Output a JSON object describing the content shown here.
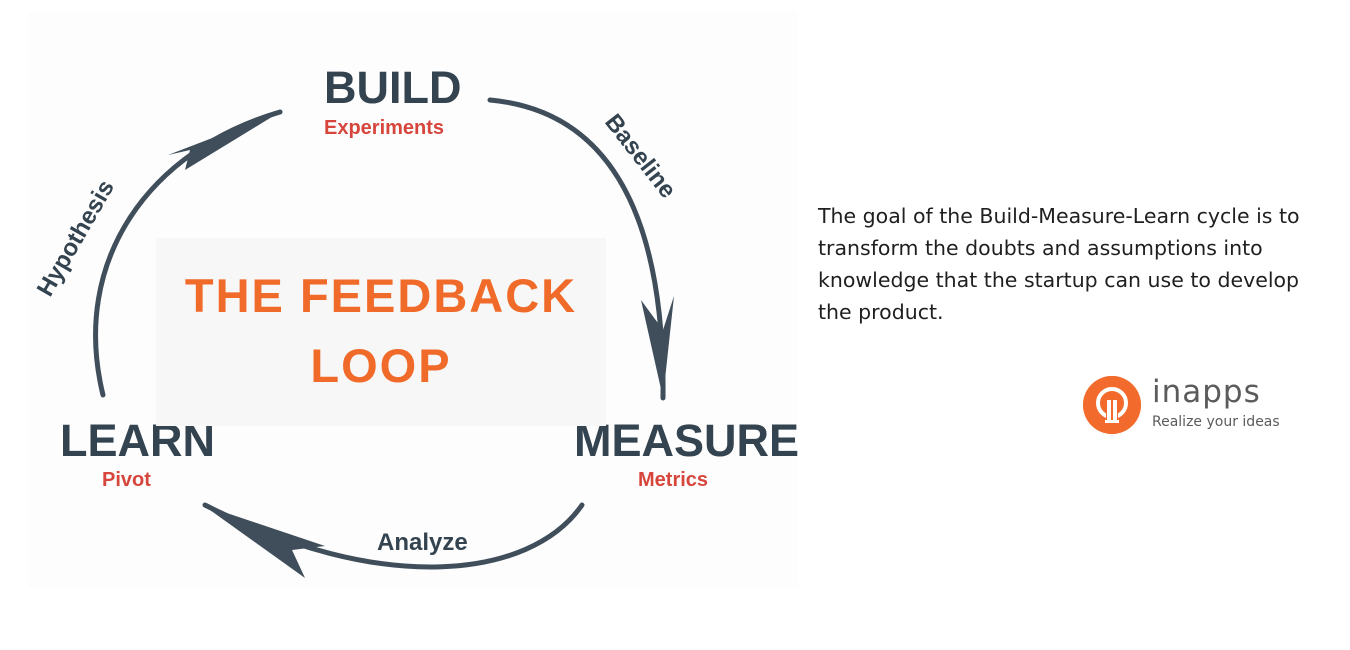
{
  "diagram": {
    "nodes": {
      "build": {
        "title": "BUILD",
        "subtitle": "Experiments"
      },
      "measure": {
        "title": "MEASURE",
        "subtitle": "Metrics"
      },
      "learn": {
        "title": "LEARN",
        "subtitle": "Pivot"
      }
    },
    "edges": {
      "build_to_measure": "Baseline",
      "measure_to_learn": "Analyze",
      "learn_to_build": "Hypothesis"
    },
    "center": {
      "line1": "THE FEEDBACK",
      "line2": "LOOP"
    },
    "colors": {
      "title": "#33434f",
      "subtitle": "#d7463c",
      "center": "#f06a2a",
      "arrow": "#3f4e5a"
    }
  },
  "description": "The goal of the Build-Measure-Learn cycle is to transform the doubts and assumptions into knowledge that the startup can use to develop the product.",
  "logo": {
    "name": "inapps",
    "tagline": "Realize your ideas",
    "brand_color": "#f26b2c",
    "icon": "lightbulb-gear-icon"
  }
}
